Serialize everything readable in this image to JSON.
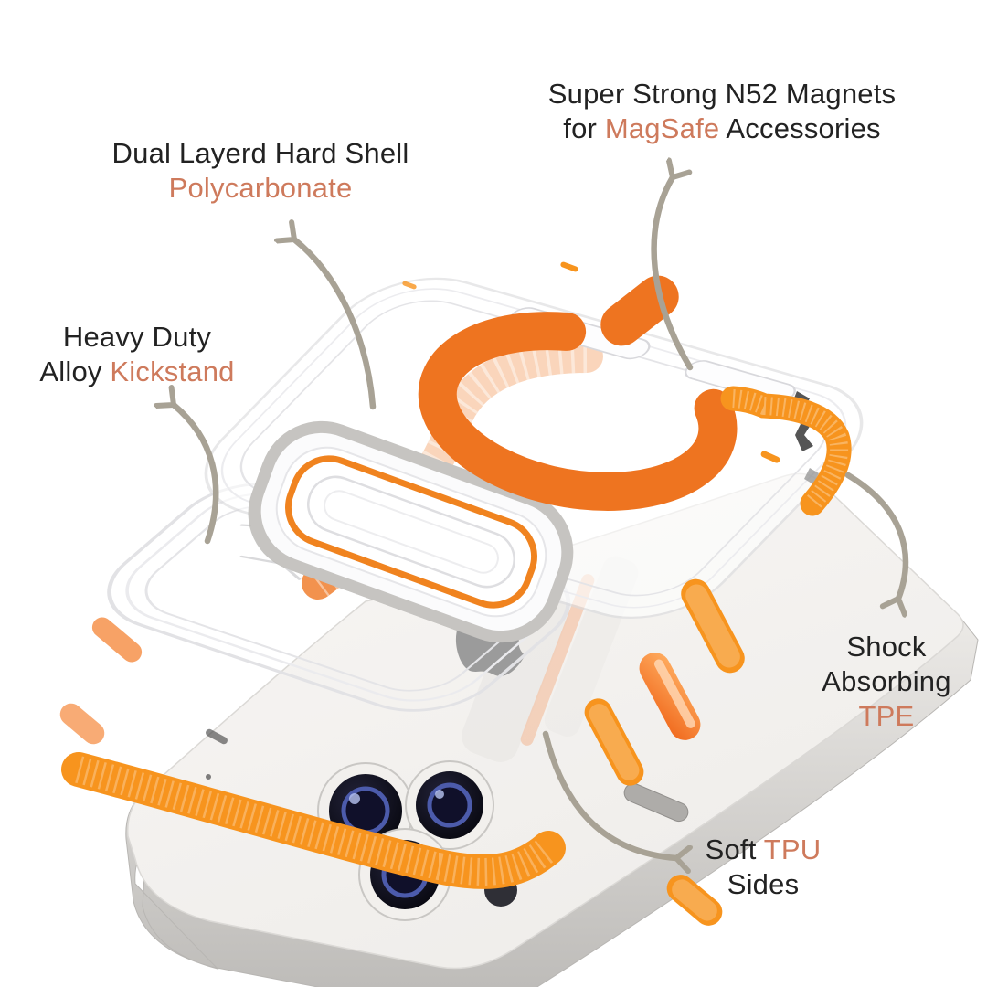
{
  "image": {
    "kind": "product-feature-infographic",
    "subject": "Clear MagSafe phone case (exploded view) on iPhone with camera kickstand"
  },
  "colors": {
    "background": "#FFFFFF",
    "text_dark": "#222222",
    "text_highlight_orange": "#CE7A5C",
    "accent_orange": "#EE7420",
    "accent_orange_light": "#F7A168",
    "strip_orange": "#F7941E",
    "arrow_taupe": "#A8A295",
    "phone_silver": "#D6D4D1",
    "lens_blue": "#4C5BAB"
  },
  "annotations": {
    "magnets": {
      "line1": "Super Strong N52 Magnets",
      "line2_pre": "for ",
      "line2_highlight": "MagSafe",
      "line2_post": " Accessories"
    },
    "shell": {
      "line1": "Dual Layerd Hard Shell",
      "line2_highlight": "Polycarbonate"
    },
    "kickstand": {
      "line1": "Heavy Duty",
      "line2_pre": "Alloy ",
      "line2_highlight": "Kickstand"
    },
    "tpe": {
      "line1": "Shock",
      "line2": "Absorbing",
      "line3_highlight": "TPE"
    },
    "tpu": {
      "line1_pre": "Soft ",
      "line1_highlight": "TPU",
      "line2": "Sides"
    }
  }
}
